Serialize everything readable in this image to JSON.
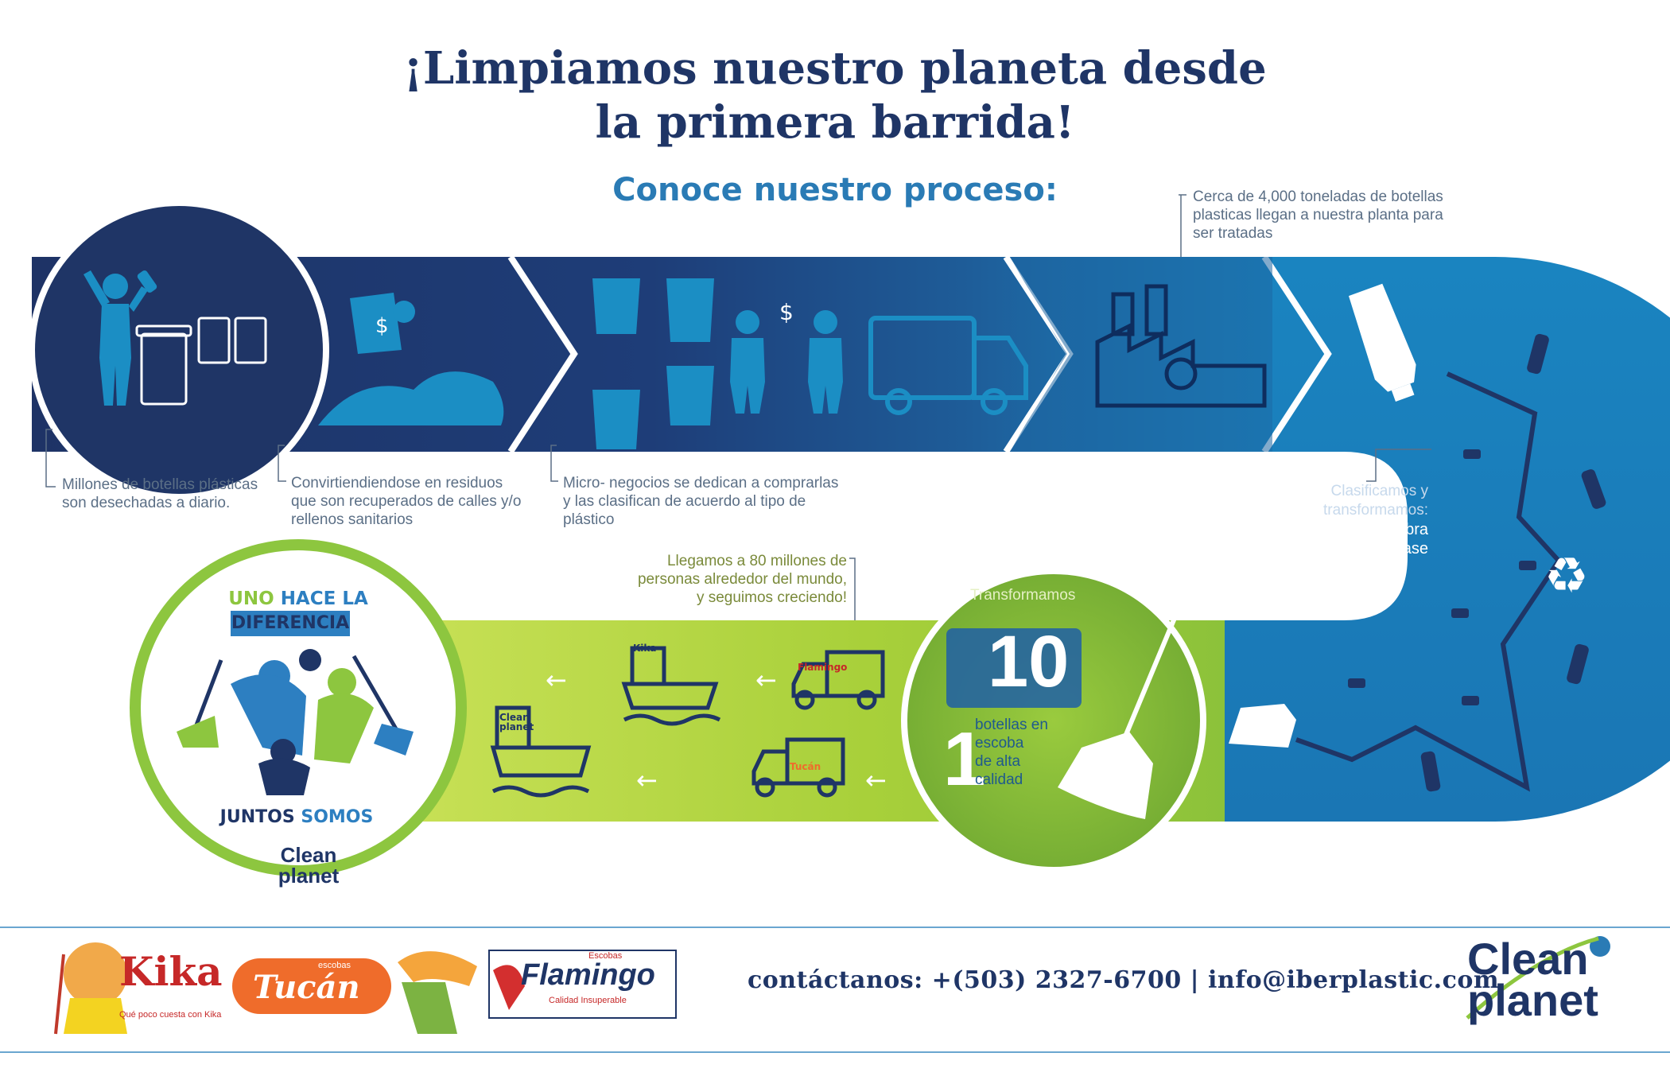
{
  "title_line1": "¡Limpiamos nuestro planeta desde",
  "title_line2": "la primera barrida!",
  "subtitle": "Conoce nuestro proceso:",
  "steps": {
    "step1": "Millones de botellas plásticas son desechadas a diario.",
    "step2": "Convirtiendiendose en residuos que son recuperados de calles y/o rellenos sanitarios",
    "step3": "Micro- negocios se dedican a comprarlas y las clasifican de acuerdo al tipo de plástico",
    "step4": "Cerca de 4,000 toneladas de botellas plasticas llegan a nuestra planta para ser tratadas",
    "step5_line1": "Clasificamos y",
    "step5_line2": "transformamos:",
    "step5_line3": "botellas= fibra",
    "step5_line4": "tapón y etiqueta= base",
    "step7": "Llegamos a 80 millones de personas alrededor del mundo, y seguimos creciendo!"
  },
  "transform": {
    "heading": "Transformamos",
    "big_number": "10",
    "one": "1",
    "text_line1": "botellas en",
    "text_line2": "escoba",
    "text_line3": "de alta",
    "text_line4": "calidad"
  },
  "badge": {
    "line1_a": "UNO",
    "line1_b": "HACE LA",
    "line2": "DIFERENCIA",
    "bottom_a": "JUNTOS",
    "bottom_b": "SOMOS",
    "logo_a": "Clean",
    "logo_b": "planet"
  },
  "icons": {
    "dollar": "$",
    "recycle": "♻",
    "arrow": "←"
  },
  "truck_labels": {
    "flamingo": "Flamingo",
    "tucan": "Tucán",
    "kika": "Kika",
    "clean_a": "Clean",
    "clean_b": "planet"
  },
  "footer": {
    "kika": "Kika",
    "kika_tag": "Qué poco cuesta con Kika",
    "tucan_small": "escobas",
    "tucan": "Tucán",
    "flamingo_small": "Escobas",
    "flamingo": "Flamingo",
    "flamingo_tag": "Calidad Insuperable",
    "contact": "contáctanos: +(503) 2327-6700 | info@iberplastic.com",
    "clean_a": "Clean",
    "clean_b": "planet"
  },
  "colors": {
    "navy": "#1f3566",
    "blue": "#1c6fa8",
    "cyan": "#1b8ec4",
    "green": "#8dc63f",
    "lightgreen": "#b5d334"
  }
}
